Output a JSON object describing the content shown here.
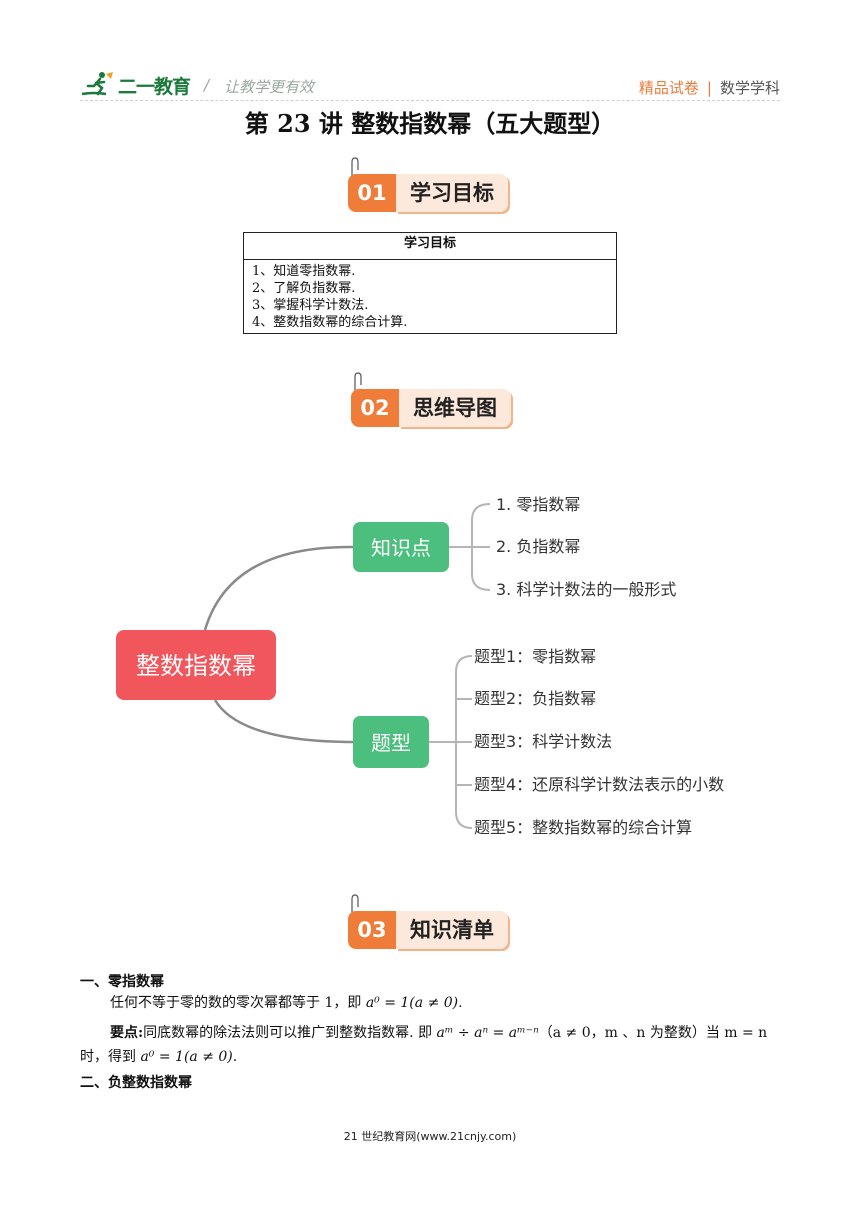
{
  "header": {
    "brand": "二一教育",
    "slogan": "让教学更有效",
    "slash": "/",
    "right_a": "精品试卷",
    "right_b": "数学学科"
  },
  "title": "第 23 讲  整数指数幂（五大题型）",
  "sections": [
    {
      "num": "01",
      "label": "学习目标"
    },
    {
      "num": "02",
      "label": "思维导图"
    },
    {
      "num": "03",
      "label": "知识清单"
    }
  ],
  "goals": {
    "header": "学习目标",
    "items": [
      "1、知道零指数幂.",
      "2、了解负指数幂.",
      "3、掌握科学计数法.",
      "4、整数指数幂的综合计算."
    ]
  },
  "mindmap": {
    "root": "整数指数幂",
    "branches": [
      {
        "label": "知识点",
        "leaves": [
          "1. 零指数幂",
          "2. 负指数幂",
          "3. 科学计数法的一般形式"
        ]
      },
      {
        "label": "题型",
        "leaves": [
          "题型1：零指数幂",
          "题型2：负指数幂",
          "题型3：科学计数法",
          "题型4：还原科学计数法表示的小数",
          "题型5：整数指数幂的综合计算"
        ]
      }
    ],
    "colors": {
      "root": "#f0565c",
      "branch": "#4cbe7d",
      "line": "#8a8a8a",
      "bracket": "#b5b5b5"
    }
  },
  "content": {
    "h1": "一、零指数幂",
    "p1_text": "任何不等于零的数的零次幂都等于 1，即 ",
    "p1_math": "a⁰ = 1(a ≠ 0)",
    "p1_end": ".",
    "p2_key": "要点:",
    "p2_text": "同底数幂的除法法则可以推广到整数指数幂. 即 ",
    "p2_math": "aᵐ ÷ aⁿ = aᵐ⁻ⁿ",
    "p2_cond": "（a ≠ 0，m 、n 为整数）当 m = n",
    "p2b_text": "时，得到 ",
    "p2b_math": "a⁰ = 1(a ≠ 0)",
    "p2b_end": ".",
    "h2": "二、负整数指数幂"
  },
  "footer": "21 世纪教育网(www.21cnjy.com)"
}
